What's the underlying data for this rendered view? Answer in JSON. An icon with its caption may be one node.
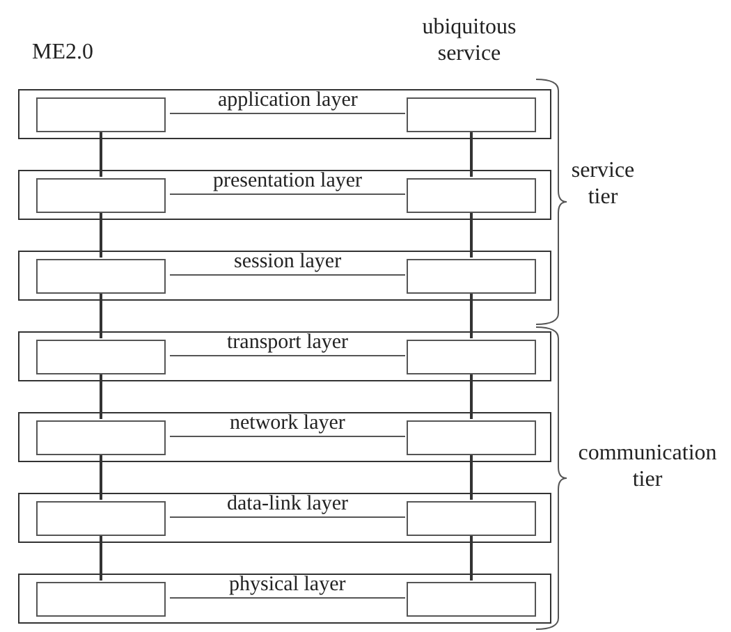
{
  "diagram": {
    "nodes": [
      {
        "text": [],
        "shape": "box"
      },
      {
        "text": [],
        "shape": "box",
        "in": 0
      },
      {
        "text": [],
        "shape": "box",
        "in": 0
      },
      {
        "text": [],
        "shape": "box"
      },
      {
        "text": [],
        "shape": "box",
        "in": 3
      },
      {
        "text": [],
        "shape": "box",
        "in": 3
      },
      {
        "text": [],
        "shape": "box"
      },
      {
        "text": [],
        "shape": "box",
        "in": 6
      },
      {
        "text": [],
        "shape": "box",
        "in": 6
      },
      {
        "text": [],
        "shape": "box"
      },
      {
        "text": [],
        "shape": "box",
        "in": 9
      },
      {
        "text": [],
        "shape": "box",
        "in": 9
      },
      {
        "text": [],
        "shape": "box"
      },
      {
        "text": [],
        "shape": "box",
        "in": 12
      },
      {
        "text": [],
        "shape": "box",
        "in": 12
      },
      {
        "text": [],
        "shape": "box"
      },
      {
        "text": [],
        "shape": "box",
        "in": 15
      },
      {
        "text": [],
        "shape": "box",
        "in": 15
      },
      {
        "text": [],
        "shape": "box"
      },
      {
        "text": [],
        "shape": "box",
        "in": 18
      },
      {
        "text": [],
        "shape": "box",
        "in": 18
      }
    ],
    "edges": [
      {
        "from": 1,
        "to": 2,
        "arrow": "none",
        "label": "application layer"
      },
      {
        "from": 1,
        "to": 4,
        "arrow": "none"
      },
      {
        "from": 2,
        "to": 5,
        "arrow": "none"
      },
      {
        "from": 4,
        "to": 5,
        "arrow": "none",
        "label": "presentation layer"
      },
      {
        "from": 4,
        "to": 7,
        "arrow": "none"
      },
      {
        "from": 5,
        "to": 8,
        "arrow": "none"
      },
      {
        "from": 7,
        "to": 8,
        "arrow": "none",
        "label": "session layer"
      },
      {
        "from": 7,
        "to": 10,
        "arrow": "none"
      },
      {
        "from": 8,
        "to": 11,
        "arrow": "none"
      },
      {
        "from": 10,
        "to": 11,
        "arrow": "none",
        "label": "transport layer"
      },
      {
        "from": 10,
        "to": 13,
        "arrow": "none"
      },
      {
        "from": 11,
        "to": 14,
        "arrow": "none"
      },
      {
        "from": 13,
        "to": 14,
        "arrow": "none",
        "label": "network layer"
      },
      {
        "from": 13,
        "to": 16,
        "arrow": "none"
      },
      {
        "from": 14,
        "to": 17,
        "arrow": "none"
      },
      {
        "from": 16,
        "to": 17,
        "arrow": "none",
        "label": "data-link layer"
      },
      {
        "from": 16,
        "to": 19,
        "arrow": "none"
      },
      {
        "from": 17,
        "to": 20,
        "arrow": "none"
      },
      {
        "from": 19,
        "to": 20,
        "arrow": "none",
        "label": "physical layer"
      }
    ],
    "labels": [
      "ME2.0",
      "ubiquitous service",
      "service tier",
      "communication tier"
    ]
  }
}
